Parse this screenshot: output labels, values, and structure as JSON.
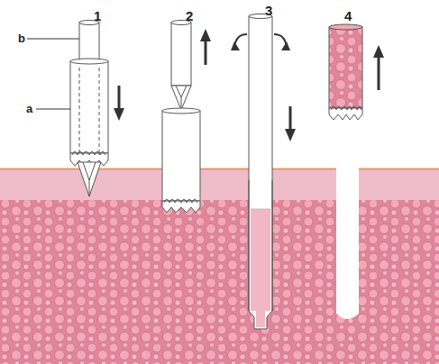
{
  "diagram": {
    "labels": [
      "1",
      "2",
      "3",
      "4",
      "b",
      "a"
    ]
  }
}
